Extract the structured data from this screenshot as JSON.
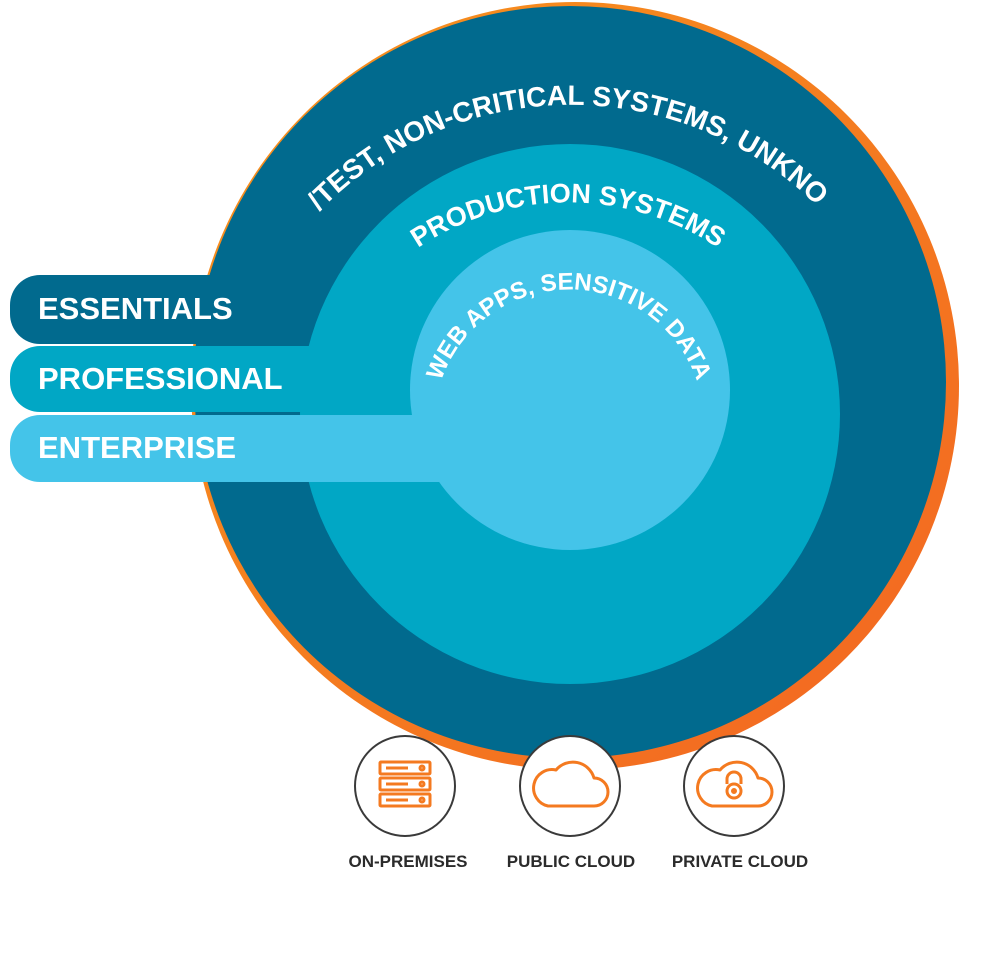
{
  "rings": {
    "outer": {
      "label": "DEV/TEST, NON-CRITICAL SYSTEMS, UNKNOWNS",
      "color": "#016a8e"
    },
    "middle": {
      "label": "PRODUCTION SYSTEMS",
      "color": "#01a7c5"
    },
    "inner": {
      "label": "WEB APPS, SENSITIVE DATA",
      "color": "#44c4e9"
    },
    "border_color": "#f7881f"
  },
  "tiers": [
    {
      "label": "ESSENTIALS",
      "color": "#016a8e"
    },
    {
      "label": "PROFESSIONAL",
      "color": "#01a7c5"
    },
    {
      "label": "ENTERPRISE",
      "color": "#44c4e9"
    }
  ],
  "environments": [
    {
      "label": "ON-PREMISES",
      "icon": "server-stack-icon"
    },
    {
      "label": "PUBLIC CLOUD",
      "icon": "cloud-icon"
    },
    {
      "label": "PRIVATE CLOUD",
      "icon": "cloud-lock-icon"
    }
  ],
  "icon_color": "#f47a20"
}
